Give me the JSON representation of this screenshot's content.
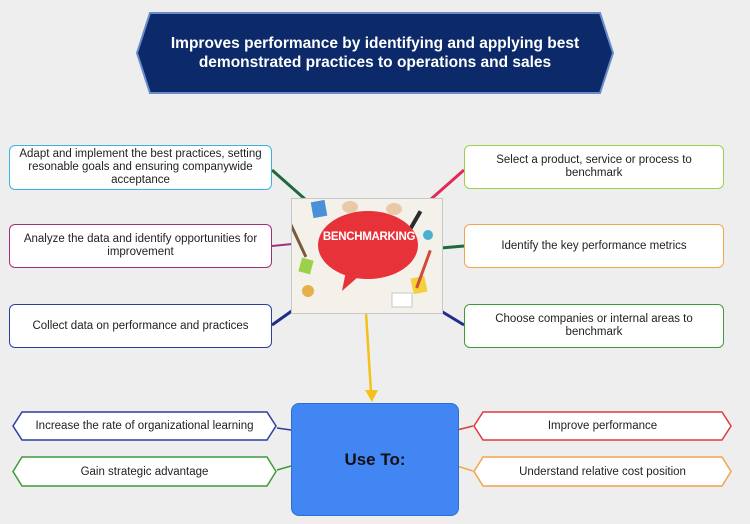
{
  "banner": {
    "text_line1": "Improves performance by identifying and applying best",
    "text_line2": "demonstrated practices to operations and sales"
  },
  "center": {
    "image_label": "BENCHMARKING"
  },
  "left_nodes": [
    {
      "text": "Adapt and implement the best practices, setting resonable goals and ensuring companywide acceptance",
      "color": "#3ab3e0"
    },
    {
      "text": "Analyze the data and identify opportunities for improvement",
      "color": "#a0307a"
    },
    {
      "text": "Collect data on performance and practices",
      "color": "#2c3ea0"
    }
  ],
  "right_nodes": [
    {
      "text": "Select a product, service or process to benchmark",
      "color": "#9ad04a"
    },
    {
      "text": "Identify the key performance metrics",
      "color": "#f4a44a"
    },
    {
      "text": "Choose companies or internal areas to benchmark",
      "color": "#3f9a3a"
    }
  ],
  "use_box": {
    "label": "Use To:"
  },
  "uses_left": [
    {
      "text": "Increase the rate of organizational learning",
      "color": "#2c3ea0"
    },
    {
      "text": "Gain strategic advantage",
      "color": "#3f9a3a"
    }
  ],
  "uses_right": [
    {
      "text": "Improve performance",
      "color": "#e03a3a"
    },
    {
      "text": "Understand relative cost position",
      "color": "#f4a44a"
    }
  ],
  "colors": {
    "banner_fill": "#0c2a6a",
    "banner_border": "#6a8ac8",
    "use_box_fill": "#4286f4",
    "arrow": "#f5c01a",
    "link_green_dark": "#1f6a3a",
    "link_red": "#e02a5a",
    "link_navy": "#1f2e8a"
  }
}
